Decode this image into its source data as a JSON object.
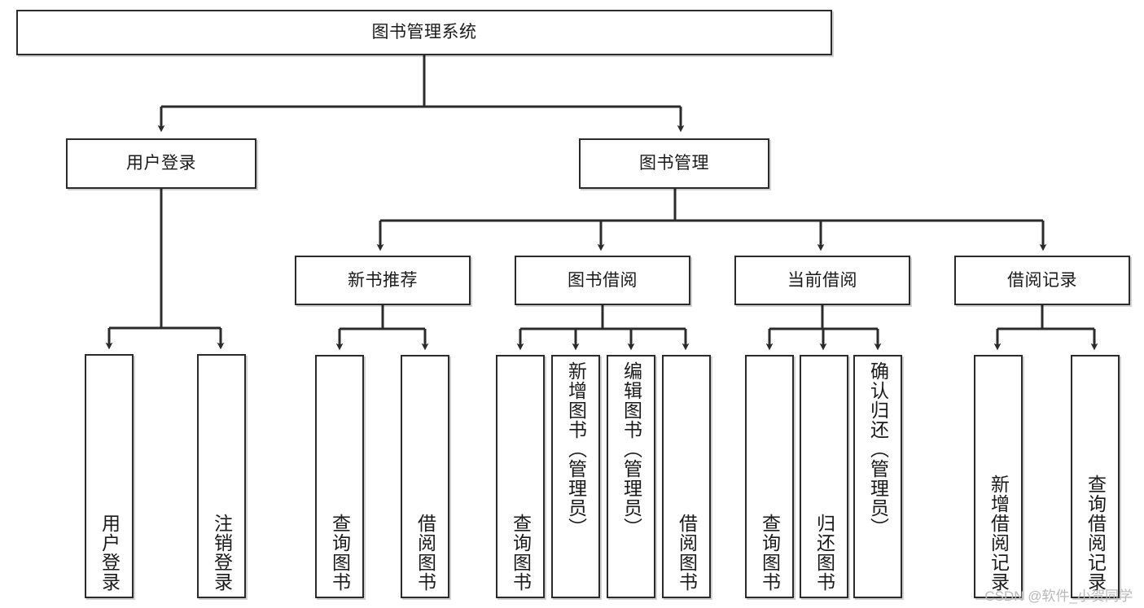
{
  "diagram": {
    "type": "tree-hierarchy",
    "title": "图书管理系统",
    "watermark": "CSDN @软件_小贺同学",
    "colors": {
      "stroke": "#2b2b2b",
      "fill": "#ffffff",
      "text": "#1a1a1a",
      "watermark": "#b9b9b9"
    },
    "nodes": {
      "root": {
        "label": "图书管理系统"
      },
      "level1": [
        {
          "id": "user-login",
          "label": "用户登录"
        },
        {
          "id": "book-management",
          "label": "图书管理"
        }
      ],
      "level2": [
        {
          "id": "new-book-recommend",
          "label": "新书推荐",
          "parent": "book-management"
        },
        {
          "id": "book-borrow",
          "label": "图书借阅",
          "parent": "book-management"
        },
        {
          "id": "current-borrow",
          "label": "当前借阅",
          "parent": "book-management"
        },
        {
          "id": "borrow-record",
          "label": "借阅记录",
          "parent": "book-management"
        }
      ],
      "leaves": [
        {
          "id": "leaf-user-login",
          "label": "用户登录",
          "parent": "user-login"
        },
        {
          "id": "leaf-logout-login",
          "label": "注销登录",
          "parent": "user-login"
        },
        {
          "id": "leaf-query-book-1",
          "label": "查询图书",
          "parent": "new-book-recommend"
        },
        {
          "id": "leaf-borrow-book-1",
          "label": "借阅图书",
          "parent": "new-book-recommend"
        },
        {
          "id": "leaf-query-book-2",
          "label": "查询图书",
          "parent": "book-borrow"
        },
        {
          "id": "leaf-add-book",
          "label": "新增图书（管理员）",
          "parent": "book-borrow"
        },
        {
          "id": "leaf-edit-book",
          "label": "编辑图书（管理员）",
          "parent": "book-borrow"
        },
        {
          "id": "leaf-borrow-book-2",
          "label": "借阅图书",
          "parent": "book-borrow"
        },
        {
          "id": "leaf-query-book-3",
          "label": "查询图书",
          "parent": "current-borrow"
        },
        {
          "id": "leaf-return-book",
          "label": "归还图书",
          "parent": "current-borrow"
        },
        {
          "id": "leaf-confirm-return",
          "label": "确认归还（管理员）",
          "parent": "current-borrow"
        },
        {
          "id": "leaf-add-record",
          "label": "新增借阅记录",
          "parent": "borrow-record"
        },
        {
          "id": "leaf-query-record",
          "label": "查询借阅记录",
          "parent": "borrow-record"
        }
      ]
    }
  }
}
